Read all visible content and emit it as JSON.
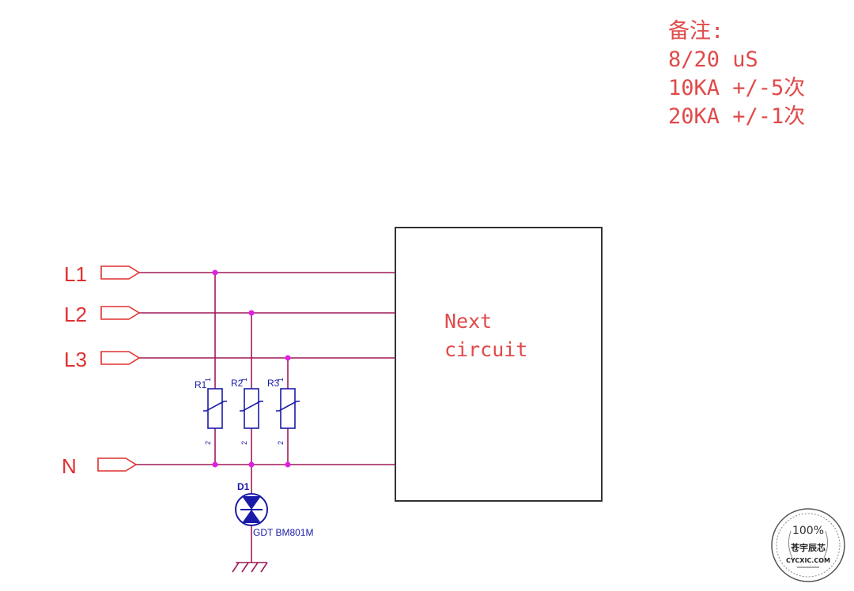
{
  "notes": {
    "title": "备注:",
    "lines": [
      "8/20 uS",
      "10KA +/-5次",
      "20KA +/-1次"
    ]
  },
  "ports": {
    "l1": "L1",
    "l2": "L2",
    "l3": "L3",
    "n": "N"
  },
  "resistors": {
    "r1": {
      "ref": "R1",
      "pin1": "1",
      "pin2": "2"
    },
    "r2": {
      "ref": "R2",
      "pin1": "1",
      "pin2": "2"
    },
    "r3": {
      "ref": "R3",
      "pin1": "1",
      "pin2": "2"
    }
  },
  "diode": {
    "ref": "D1",
    "value": "GDT BM801M"
  },
  "block": {
    "line1": "Next",
    "line2": "circuit"
  },
  "watermark": {
    "percent": "100%",
    "name": "苍宇辰芯",
    "site": "CYCXIC.COM"
  },
  "colors": {
    "wire": "#a0195a",
    "junction": "#e020e0",
    "port_red": "#e03030",
    "component_blue": "#1a1aa8",
    "note_red": "#e04a4a"
  }
}
